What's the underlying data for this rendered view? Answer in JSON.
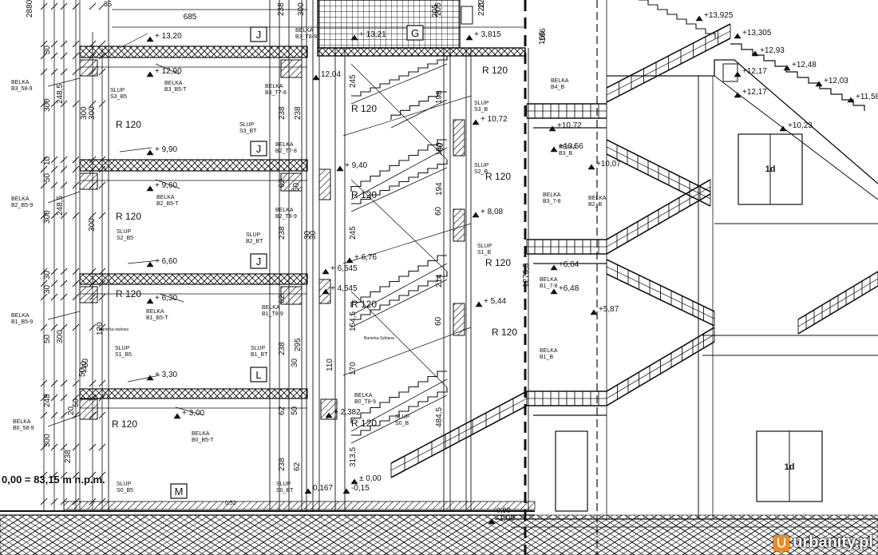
{
  "drawing": {
    "datum_note": "0,00 = 83,15 m n.p.m.",
    "dims_left_col": [
      "2880",
      "30",
      "10",
      "300",
      "248,5",
      "30",
      "50",
      "300",
      "248,5",
      "30",
      "50",
      "300",
      "248",
      "50",
      "20",
      "300",
      "238"
    ],
    "dims_mid_col": [
      "300",
      "300",
      "300",
      "120",
      "50",
      "110",
      "50"
    ],
    "dims_center": [
      "238",
      "62",
      "238",
      "62",
      "238",
      "62",
      "238",
      "62",
      "50",
      "30",
      "295",
      "238",
      "50",
      "30",
      "110",
      "30"
    ],
    "dims_stair": [
      "198",
      "180",
      "194",
      "214",
      "154,5",
      "484,5",
      "313,5",
      "170",
      "245",
      "245",
      "60",
      "60",
      "60",
      "1279,5",
      "166",
      "205",
      "220"
    ],
    "dims_top": [
      "685",
      "35",
      "238",
      "300",
      "205",
      "220",
      "166"
    ],
    "levels": [
      "+ 13,20",
      "+ 12,90",
      "+ 9,90",
      "+ 9,60",
      "+ 6,60",
      "+ 6,30",
      "+ 3,30",
      "+ 3,00",
      "+ 13,21",
      "12,04",
      "+ 9,40",
      "+ 6,76",
      "+ 5,44",
      "+ 10,72",
      "+ 8,08",
      "+ 3,815",
      "+ 6,545",
      "+ 4,545",
      "+ 2,382",
      "0,167",
      "± 0,00",
      "-1,00",
      "+10,72",
      "+10,56",
      "+10,07",
      "+6,64",
      "+6,48",
      "+5,87",
      "+13,305",
      "+13,925",
      "+12,93",
      "+12,48",
      "+12,17",
      "+12,17",
      "+12,03",
      "+11,58",
      "+10,23",
      "-0,15"
    ],
    "room_labels": [
      "R 120",
      "R 120",
      "R 120",
      "R 120",
      "R 120",
      "R 120",
      "R 120",
      "R 120",
      "R 120",
      "R 120",
      "R 120",
      "R 120"
    ],
    "grid_tags": [
      "J",
      "J",
      "J",
      "L",
      "M",
      "G"
    ],
    "beam_labels": [
      [
        "BELKA",
        "B3_58-9"
      ],
      [
        "BELKA",
        "B3_B5-T"
      ],
      [
        "BELKA",
        "B3_T7-8"
      ],
      [
        "BELKA",
        "B3_T8-9"
      ],
      [
        "BELKA",
        "B2_B5-9"
      ],
      [
        "BELKA",
        "B2_B5-T"
      ],
      [
        "BELKA",
        "B2_T8-9"
      ],
      [
        "BELKA",
        "B2_T7-8"
      ],
      [
        "BELKA",
        "B1_B5-9"
      ],
      [
        "BELKA",
        "B1_B5-T"
      ],
      [
        "BELKA",
        "B1_T8-9"
      ],
      [
        "BELKA",
        "B0_58-9"
      ],
      [
        "BELKA",
        "B0_B5-T"
      ],
      [
        "BELKA",
        "B0_T8-9"
      ],
      [
        "BELKA",
        "B4_B"
      ],
      [
        "BELKA",
        "B3_B"
      ],
      [
        "BELKA",
        "B2_B"
      ],
      [
        "BELKA",
        "B1_B"
      ],
      [
        "BELKA",
        "B1_7-8"
      ],
      [
        "BELKA",
        "B3_7-8"
      ]
    ],
    "column_labels": [
      [
        "SLUP",
        "S3_B5"
      ],
      [
        "SLUP",
        "S3_BT"
      ],
      [
        "SLUP",
        "S2_B5"
      ],
      [
        "SLUP",
        "B2_BT"
      ],
      [
        "SLUP",
        "S1_B5"
      ],
      [
        "SLUP",
        "B1_BT"
      ],
      [
        "SLUP",
        "S0_B5"
      ],
      [
        "SLUP",
        "S0_BT"
      ],
      [
        "SLUP",
        "S3_B"
      ],
      [
        "SLUP",
        "S2_B"
      ],
      [
        "SLUP",
        "S1_B"
      ],
      [
        "SLUP",
        "S0_B"
      ]
    ],
    "door_labels": [
      "1d",
      "1d"
    ],
    "small_notes": [
      "Barierka stalowa",
      "Barierka Szklana"
    ],
    "door_sizes": [
      "0,90",
      "0,52"
    ]
  },
  "watermark": {
    "text": "urbanity.pl",
    "icon": "urbanity-logo-icon",
    "color": "#f08a1c"
  }
}
